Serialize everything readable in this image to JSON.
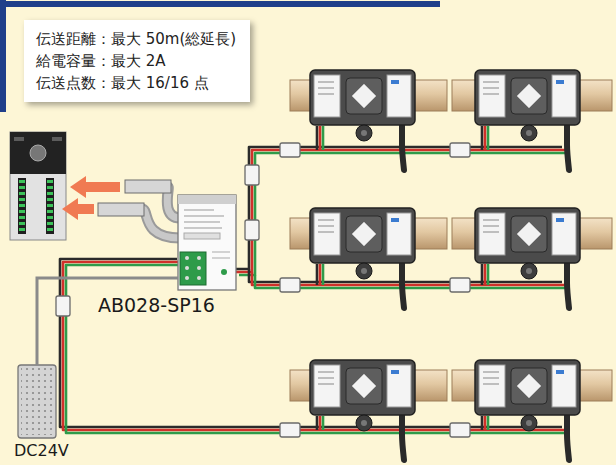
{
  "diagram": {
    "nodes": [
      {
        "text": [
          "伝送距離：最大 50m(総延長)",
          "給電容量：最大 2A",
          "伝送点数：最大 16/16 点"
        ]
      },
      {
        "text": [
          "AB028-SP16"
        ]
      },
      {
        "text": [
          "DC24V"
        ]
      }
    ],
    "edges": [
      {
        "from": 2,
        "to": 1,
        "arrow": "none"
      }
    ]
  }
}
